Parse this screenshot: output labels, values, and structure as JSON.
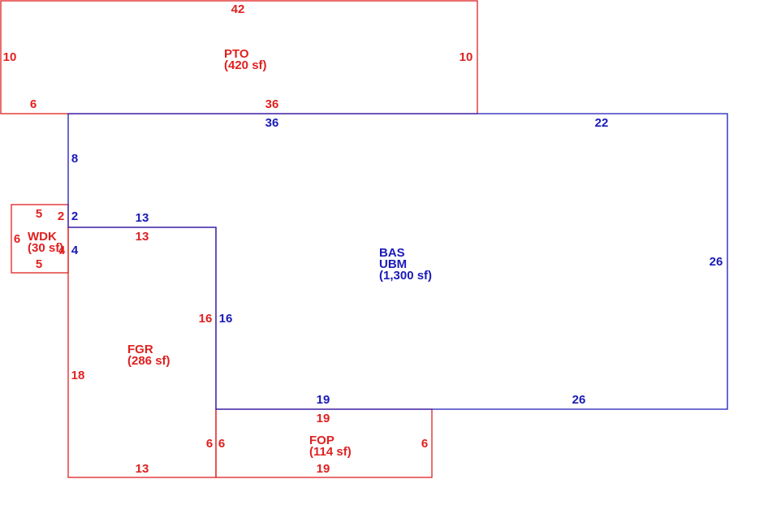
{
  "colors": {
    "red": "#e02020",
    "blue": "#1a1ab8"
  },
  "areas": {
    "pto": {
      "code": "PTO",
      "size": "(420 sf)"
    },
    "bas": {
      "code": "BAS",
      "code2": "UBM",
      "size": "(1,300 sf)"
    },
    "wdk": {
      "code": "WDK",
      "size": "(30 sf)"
    },
    "fgr": {
      "code": "FGR",
      "size": "(286 sf)"
    },
    "fop": {
      "code": "FOP",
      "size": "(114 sf)"
    }
  },
  "dims": {
    "pto_top": "42",
    "pto_left": "10",
    "pto_right": "10",
    "pto_bottom_left": "6",
    "pto_bottom": "36",
    "bas_top_left": "36",
    "bas_top_right": "22",
    "bas_left_upper": "8",
    "bas_left_short": "2",
    "bas_right": "26",
    "bas_bottom_left": "19",
    "bas_bottom_right": "26",
    "bas_inner_top": "13",
    "bas_inner_vertical": "16",
    "wdk_top": "5",
    "wdk_right_top": "2",
    "wdk_left": "6",
    "wdk_right": "4",
    "wdk_right_blue": "4",
    "wdk_bottom": "5",
    "fgr_top": "13",
    "fgr_right": "16",
    "fgr_left": "18",
    "fgr_right_low": "6",
    "fgr_bottom": "13",
    "fop_top": "19",
    "fop_left": "6",
    "fop_right": "6",
    "fop_bottom": "19"
  }
}
